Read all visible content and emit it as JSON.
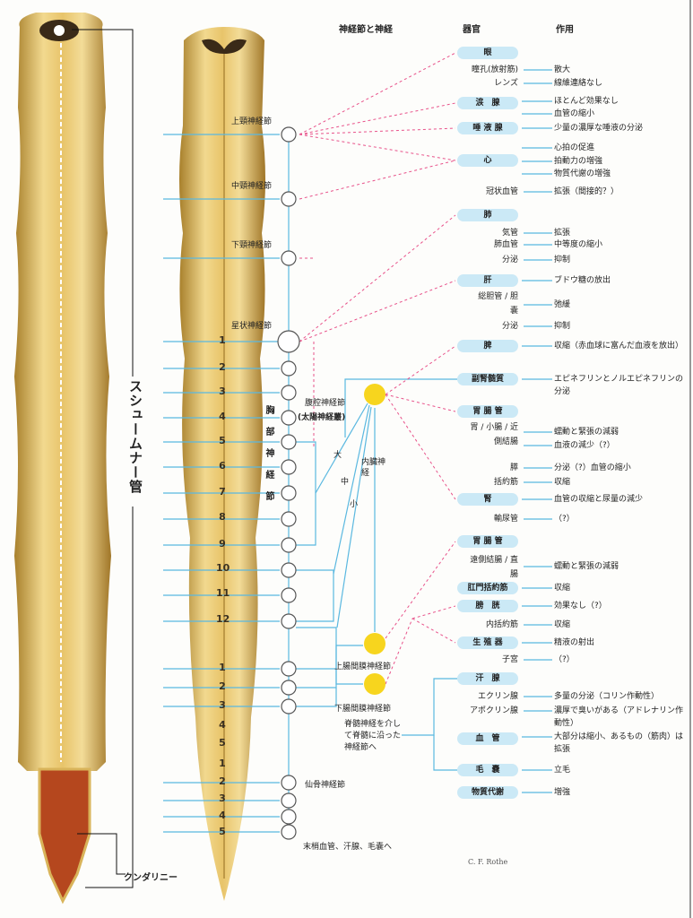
{
  "headers": {
    "ganglia": "神経節と神経",
    "organ": "器官",
    "action": "作用"
  },
  "left_spine": {
    "canal_label": "スシュームナー管",
    "base_label": "クンダリニー"
  },
  "ganglia": {
    "superior_cervical": "上頸神経節",
    "middle_cervical": "中頸神経節",
    "inferior_cervical": "下頸神経節",
    "stellate": "星状神経節",
    "celiac": "腹腔神経節",
    "celiac_alt": "(太陽神経叢)",
    "thoracic_chain": "胸部神経節",
    "greater": "大",
    "lesser": "中",
    "least": "小",
    "splanchnic": "内臓神経",
    "superior_mesenteric": "上腸間膜神経節",
    "inferior_mesenteric": "下腸間膜神経節",
    "via_spinal": "脊髄神経を介して脊髄に沿った神経節へ",
    "sacral": "仙骨神経節",
    "peripheral": "末梢血管、汗腺、毛嚢へ"
  },
  "segments": {
    "thoracic": [
      "1",
      "2",
      "3",
      "4",
      "5",
      "6",
      "7",
      "8",
      "9",
      "10",
      "11",
      "12"
    ],
    "lumbar": [
      "1",
      "2",
      "3",
      "4",
      "5"
    ],
    "sacral": [
      "1",
      "2",
      "3",
      "4",
      "5"
    ]
  },
  "rows": [
    {
      "organ": "眼",
      "pill": true,
      "effects": []
    },
    {
      "organ": "瞳孔(放射筋)",
      "effects": [
        "散大"
      ]
    },
    {
      "organ": "レンズ",
      "effects": [
        "線維連絡なし"
      ]
    },
    {
      "organ": "涙　腺",
      "pill": true,
      "effects": [
        "ほとんど効果なし",
        "血管の縮小"
      ]
    },
    {
      "organ": "唾 液 腺",
      "pill": true,
      "effects": [
        "少量の濃厚な唾液の分泌"
      ]
    },
    {
      "organ": "心",
      "pill": true,
      "effects": [
        "心拍の促進",
        "拍動力の増強",
        "物質代謝の増強"
      ]
    },
    {
      "organ": "冠状血管",
      "effects": [
        "拡張（間接的？）"
      ]
    },
    {
      "organ": "肺",
      "pill": true,
      "effects": []
    },
    {
      "organ": "気管",
      "effects": [
        "拡張"
      ]
    },
    {
      "organ": "肺血管",
      "effects": [
        "中等度の縮小"
      ]
    },
    {
      "organ": "分泌",
      "effects": [
        "抑制"
      ]
    },
    {
      "organ": "肝",
      "pill": true,
      "effects": [
        "ブドウ糖の放出"
      ]
    },
    {
      "organ": "総胆管 / 胆　嚢",
      "effects": [
        "弛緩"
      ]
    },
    {
      "organ": "分泌",
      "effects": [
        "抑制"
      ]
    },
    {
      "organ": "脾",
      "pill": true,
      "effects": [
        "収縮（赤血球に富んだ血液を放出）"
      ]
    },
    {
      "organ": "副腎髄質",
      "pill": true,
      "effects": [
        "エピネフリンとノルエピネフリンの分泌"
      ]
    },
    {
      "organ": "胃 腸 管",
      "pill": true,
      "effects": []
    },
    {
      "organ": "胃 / 小腸 / 近側結腸",
      "effects": [
        "蠕動と緊張の減弱",
        "血液の減少（?）"
      ]
    },
    {
      "organ": "膵",
      "effects": [
        "分泌（?）血管の縮小"
      ]
    },
    {
      "organ": "括約筋",
      "effects": [
        "収縮"
      ]
    },
    {
      "organ": "腎",
      "pill": true,
      "effects": [
        "血管の収縮と尿量の減少"
      ]
    },
    {
      "organ": "輸尿管",
      "effects": [
        "（?）"
      ]
    },
    {
      "organ": "胃 腸 管",
      "pill": true,
      "effects": []
    },
    {
      "organ": "遠側結腸 / 直腸",
      "effects": [
        "蠕動と緊張の減弱"
      ]
    },
    {
      "organ": "肛門括約筋",
      "pill": true,
      "effects": [
        "収縮"
      ]
    },
    {
      "organ": "膀　胱",
      "pill": true,
      "effects": [
        "効果なし（?）"
      ]
    },
    {
      "organ": "内括約筋",
      "effects": [
        "収縮"
      ]
    },
    {
      "organ": "生 殖 器",
      "pill": true,
      "effects": [
        "精液の射出"
      ]
    },
    {
      "organ": "子宮",
      "effects": [
        "（?）"
      ]
    },
    {
      "organ": "汗　腺",
      "pill": true,
      "effects": []
    },
    {
      "organ": "エクリン腺",
      "effects": [
        "多量の分泌（コリン作動性）"
      ]
    },
    {
      "organ": "アポクリン腺",
      "effects": [
        "濃厚で臭いがある（アドレナリン作動性）"
      ]
    },
    {
      "organ": "血　管",
      "pill": true,
      "effects": [
        "大部分は縮小、あるもの（筋肉）は拡張"
      ]
    },
    {
      "organ": "毛　嚢",
      "pill": true,
      "effects": [
        "立毛"
      ]
    },
    {
      "organ": "物質代謝",
      "pill": true,
      "effects": [
        "増強"
      ]
    }
  ],
  "credit": "C. F. Rothe",
  "colors": {
    "pill": "#cbe9f6",
    "nerve": "#5ab8e0",
    "pink": "#e8528a",
    "sun": "#f7d51e",
    "spine": "#d9b45a"
  }
}
